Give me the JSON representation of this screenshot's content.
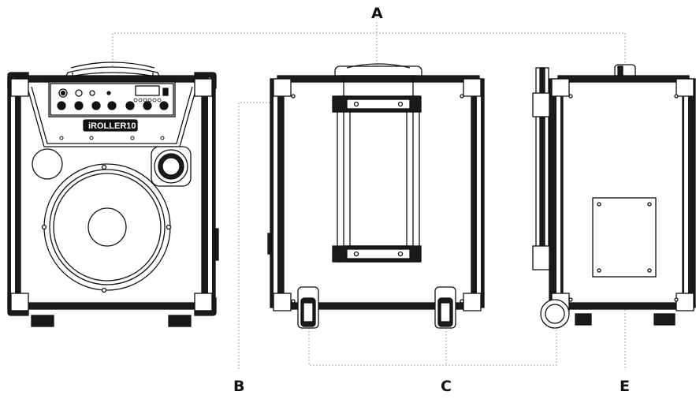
{
  "callouts": {
    "a": "A",
    "b": "B",
    "c": "C",
    "e": "E"
  },
  "brand_logo": "iROLLER10",
  "colors": {
    "line": "#111111",
    "panel": "#ffffff",
    "rail": "#1a1a1a",
    "leader": "#8a8a8a"
  }
}
